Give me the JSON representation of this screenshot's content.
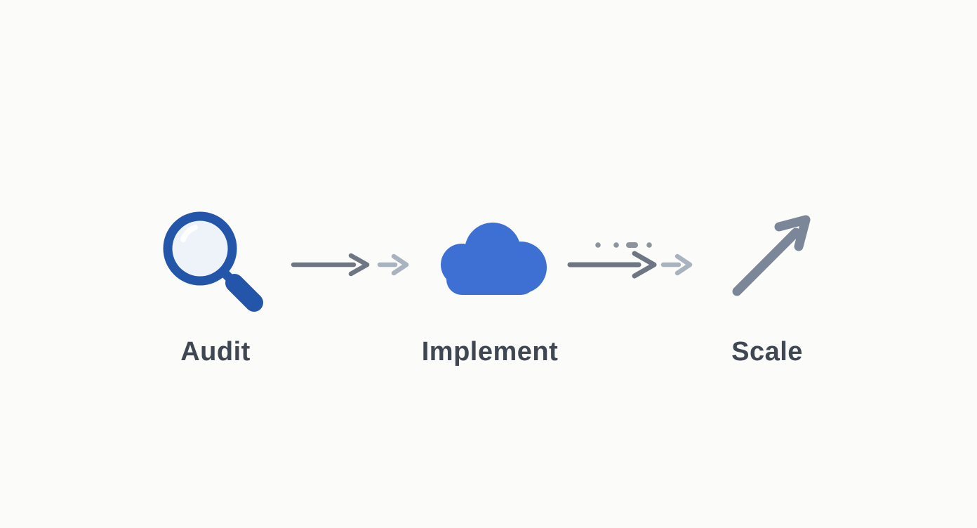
{
  "diagram": {
    "title": "Audit to Implement to Scale process flow",
    "steps": [
      {
        "label": "Audit",
        "icon": "magnifying-glass-icon"
      },
      {
        "label": "Implement",
        "icon": "cloud-icon"
      },
      {
        "label": "Scale",
        "icon": "upward-trend-arrow-icon"
      }
    ],
    "connectors": [
      {
        "from": "Audit",
        "to": "Implement",
        "style": "long solid arrow + short light arrow"
      },
      {
        "from": "Implement",
        "to": "Scale",
        "style": "dotted accent above + long solid arrow + short light arrow"
      }
    ]
  },
  "colors": {
    "background": "#fbfbf9",
    "magnifier-blue": "#2355a9",
    "lens-fill": "#eef3f9",
    "lens-highlight": "#ffffff",
    "cloud-blue": "#3e70d4",
    "scale-slate": "#7b8699",
    "arrow-dark": "#6e7683",
    "arrow-light": "#a9b2bf",
    "dots-gray": "#8d949e",
    "label-color": "#3f4753"
  }
}
